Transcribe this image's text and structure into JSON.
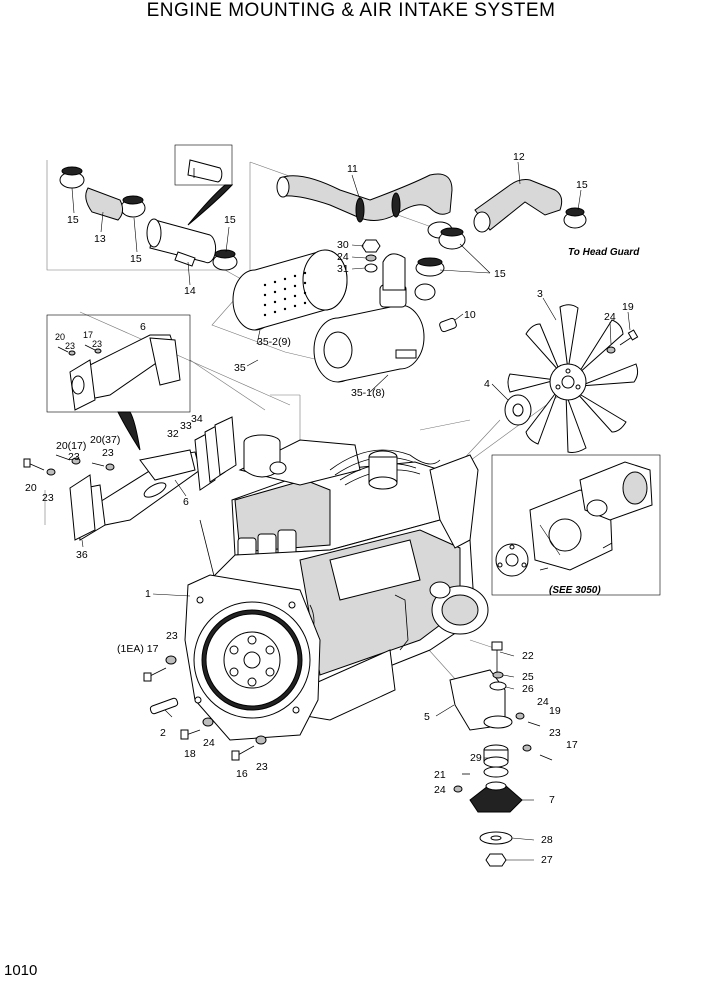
{
  "title": "ENGINE MOUNTING & AIR INTAKE SYSTEM",
  "page_number": "1010",
  "notes": {
    "to_head_guard": "To Head Guard",
    "see_3050": "(SEE 3050)"
  },
  "callouts": {
    "c1": "1",
    "c2": "2",
    "c3": "3",
    "c4": "4",
    "c5": "5",
    "c6a": "6",
    "c6b": "6",
    "c7": "7",
    "c10": "10",
    "c11": "11",
    "c12": "12",
    "c13": "13",
    "c14": "14",
    "c15a": "15",
    "c15b": "15",
    "c15c": "15",
    "c15d": "15",
    "c15e": "15",
    "c16": "16",
    "c17a": "17",
    "c17b": "17",
    "c17c": "(1EA) 17",
    "c18": "18",
    "c19a": "19",
    "c19b": "19",
    "c20a": "20",
    "c20b": "20(17)",
    "c20c": "20(37)",
    "c20d": "20",
    "c21": "21",
    "c22": "22",
    "c23a": "23",
    "c23b": "23",
    "c23c": "23",
    "c23d": "23",
    "c23e": "23",
    "c23f": "23",
    "c23g": "23",
    "c24a": "24",
    "c24b": "24",
    "c24c": "24",
    "c24d": "24",
    "c24e": "24",
    "c25": "25",
    "c26": "26",
    "c27": "27",
    "c28": "28",
    "c29": "29",
    "c30": "30",
    "c31": "31",
    "c32": "32",
    "c33": "33",
    "c34": "34",
    "c35": "35",
    "c35_1": "35-1(8)",
    "c35_2": "35-2(9)",
    "c36": "36"
  }
}
